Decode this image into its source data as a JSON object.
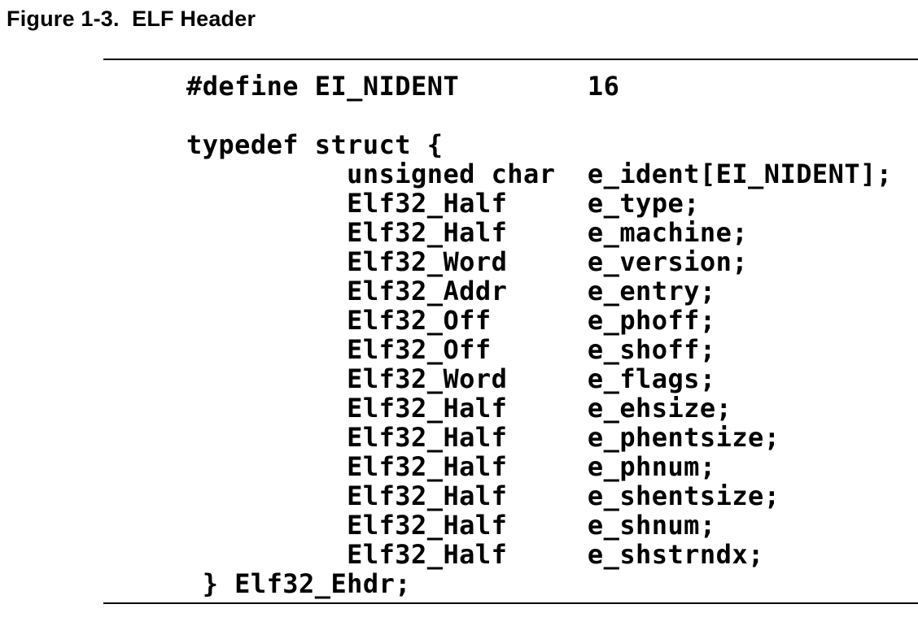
{
  "figure": {
    "title": "Figure 1-3.  ELF Header"
  },
  "code": {
    "define_directive": "#define",
    "define_name": "EI_NIDENT",
    "define_value": "16",
    "struct_typedef_name": "Elf32_Ehdr",
    "lines": [
      "#define EI_NIDENT        16",
      "",
      "typedef struct {",
      "          unsigned char  e_ident[EI_NIDENT];",
      "          Elf32_Half     e_type;",
      "          Elf32_Half     e_machine;",
      "          Elf32_Word     e_version;",
      "          Elf32_Addr     e_entry;",
      "          Elf32_Off      e_phoff;",
      "          Elf32_Off      e_shoff;",
      "          Elf32_Word     e_flags;",
      "          Elf32_Half     e_ehsize;",
      "          Elf32_Half     e_phentsize;",
      "          Elf32_Half     e_phnum;",
      "          Elf32_Half     e_shentsize;",
      "          Elf32_Half     e_shnum;",
      "          Elf32_Half     e_shstrndx;",
      " } Elf32_Ehdr;"
    ]
  },
  "colors": {
    "background": "#ffffff",
    "text": "#000000",
    "rule": "#000000"
  }
}
